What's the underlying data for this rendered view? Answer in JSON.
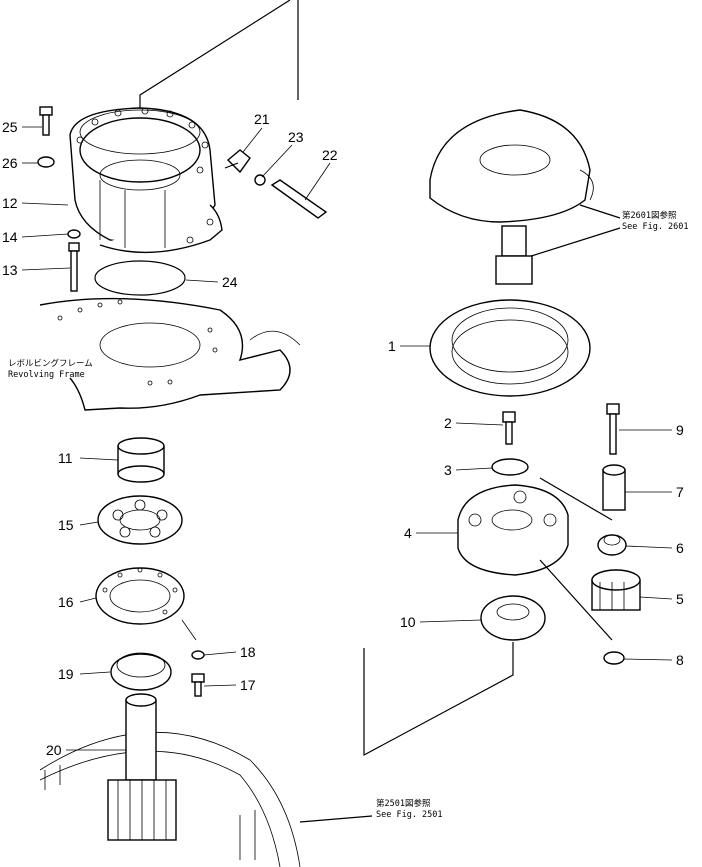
{
  "parts": {
    "p1": "1",
    "p2": "2",
    "p3": "3",
    "p4": "4",
    "p5": "5",
    "p6": "6",
    "p7": "7",
    "p8": "8",
    "p9": "9",
    "p10": "10",
    "p11": "11",
    "p12": "12",
    "p13": "13",
    "p14": "14",
    "p15": "15",
    "p16": "16",
    "p17": "17",
    "p18": "18",
    "p19": "19",
    "p20": "20",
    "p21": "21",
    "p22": "22",
    "p23": "23",
    "p24": "24",
    "p25": "25",
    "p26": "26"
  },
  "notes": {
    "frame_jp": "レボルビングフレーム",
    "frame_en": "Revolving Frame",
    "fig2601_jp": "第2601図参照",
    "fig2601_en": "See Fig. 2601",
    "fig2501_jp": "第2501図参照",
    "fig2501_en": "See Fig. 2501"
  }
}
